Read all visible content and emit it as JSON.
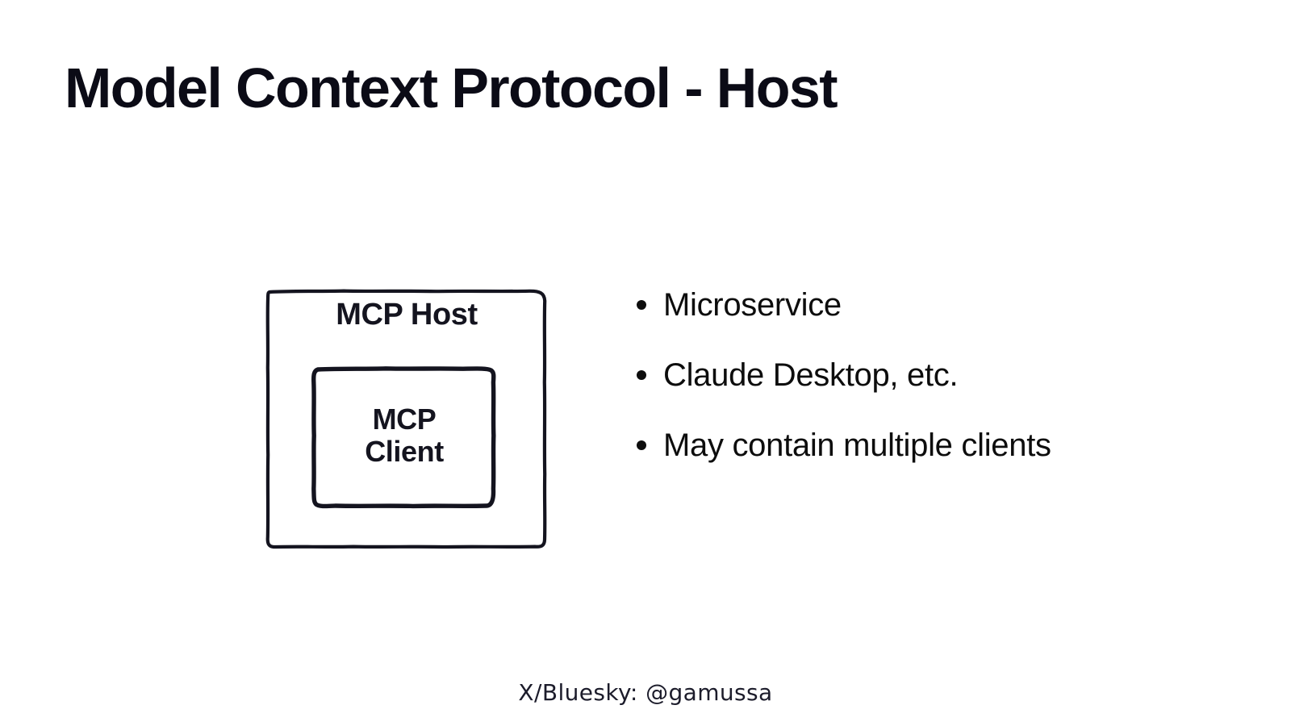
{
  "slide": {
    "title": "Model Context Protocol - Host",
    "background_color": "#ffffff",
    "ink_color": "#14141f"
  },
  "diagram": {
    "name": "nested-boxes",
    "outer_box": {
      "label": "MCP Host",
      "stroke_color": "#14141f",
      "style": "hand-drawn"
    },
    "inner_box": {
      "label_line_1": "MCP",
      "label_line_2": "Client",
      "stroke_color": "#14141f",
      "style": "hand-drawn"
    }
  },
  "bullets": [
    {
      "text": "Microservice"
    },
    {
      "text": "Claude Desktop, etc."
    },
    {
      "text": "May contain multiple clients"
    }
  ],
  "footer": {
    "text": "X/Bluesky: @gamussa"
  }
}
